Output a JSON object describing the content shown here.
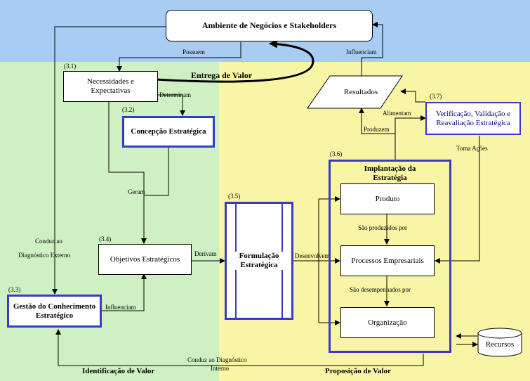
{
  "nodes": {
    "ambiente": "Ambiente de Negócios e Stakeholders",
    "necessidades": "Necessidades e Expectativas",
    "concepcao": "Concepção Estratégica",
    "objetivos": "Objetivos Estratégicos",
    "gestao": "Gestão do Conhecimento Estratégico",
    "formulacao": "Formulação Estratégica",
    "implantacao": "Implantação da Estratégia",
    "produto": "Produto",
    "processos": "Processos Empresariais",
    "organizacao": "Organização",
    "resultados": "Resultados",
    "verificacao": "Verificação, Validação e Reavaliação Estratégica",
    "recursos": "Recursos"
  },
  "numbers": {
    "n31": "(3.1)",
    "n32": "(3.2)",
    "n33": "(3.3)",
    "n34": "(3.4)",
    "n35": "(3.5)",
    "n36": "(3.6)",
    "n37": "(3.7)"
  },
  "edges": {
    "possuem": "Possuem",
    "entrega": "Entrega de Valor",
    "determinam": "Determinam",
    "geram": "Geram",
    "conduz_diag_1": "Conduz ao",
    "conduz_diag_2": "Diagnóstico Externo",
    "derivam": "Derivam",
    "influenciam_obj": "Influenciam",
    "desenvolvem": "Desenvolvem",
    "sao_produzidos": "São produzidos por",
    "sao_desempenhados": "São desempenhados por",
    "alimentam": "Alimentam",
    "produzem": "Produzem",
    "influenciam_amb": "Influenciam",
    "toma_acoes": "Toma Ações",
    "conduz_interno_1": "Conduz ao Diagnóstico",
    "conduz_interno_2": "Interno"
  },
  "zones": {
    "identificacao": "Identificação de Valor",
    "proposicao": "Proposição de Valor"
  },
  "colors": {
    "top_zone": "#a9cdf2",
    "left_zone": "#cff0c2",
    "right_zone": "#f8f5a4",
    "thick_border": "#3a3ac8"
  }
}
